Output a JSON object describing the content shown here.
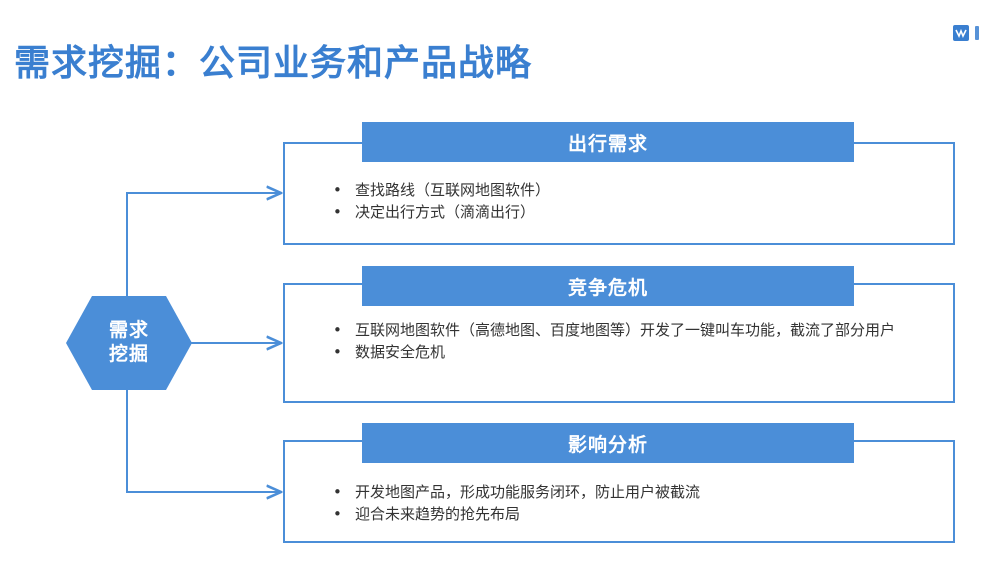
{
  "title": "需求挖掘：公司业务和产品战略",
  "hub": {
    "line1": "需求",
    "line2": "挖掘"
  },
  "sections": [
    {
      "header": "出行需求",
      "bullets": [
        "查找路线（互联网地图软件）",
        "决定出行方式（滴滴出行）"
      ]
    },
    {
      "header": "竞争危机",
      "bullets": [
        "互联网地图软件（高德地图、百度地图等）开发了一键叫车功能，截流了部分用户",
        "数据安全危机"
      ]
    },
    {
      "header": "影响分析",
      "bullets": [
        "开发地图产品，形成功能服务闭环，防止用户被截流",
        "迎合未来趋势的抢先布局"
      ]
    }
  ],
  "colors": {
    "accent": "#4b8ed8",
    "title": "#3a7fd0",
    "text": "#333333"
  }
}
